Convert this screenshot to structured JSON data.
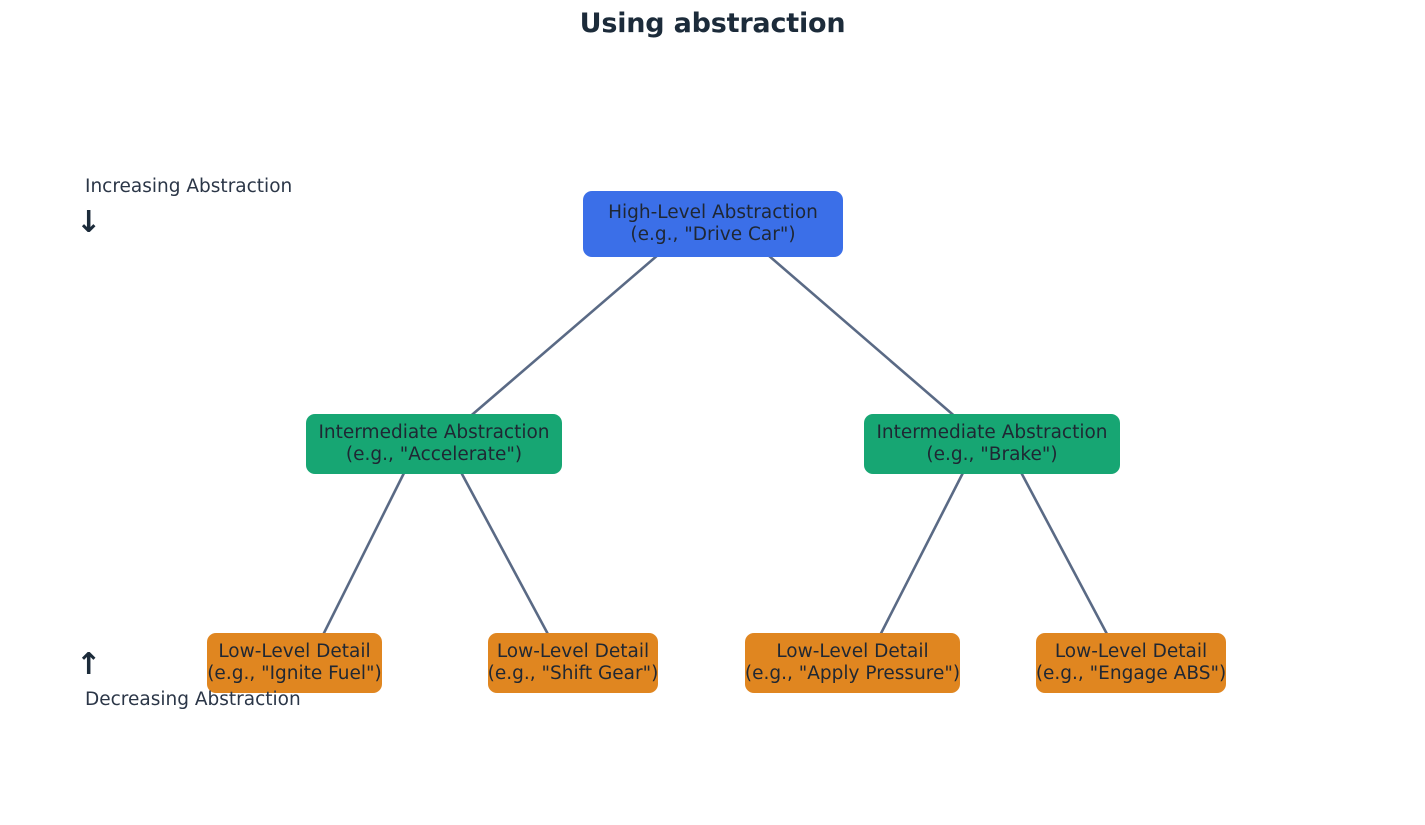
{
  "title": "Using abstraction",
  "colors": {
    "root": "#3b6fe8",
    "intermediate": "#17a673",
    "leaf": "#e08620",
    "edge": "#5a6a85",
    "title_text": "#1c2b3a",
    "node_text": "#1f2733",
    "background": "#ffffff"
  },
  "annotations": {
    "top_label": "Increasing Abstraction",
    "top_arrow": "↓",
    "bottom_label": "Decreasing Abstraction",
    "bottom_arrow": "↑"
  },
  "nodes": {
    "root": {
      "line1": "High-Level Abstraction",
      "line2": "(e.g., \"Drive Car\")"
    },
    "mid_left": {
      "line1": "Intermediate Abstraction",
      "line2": "(e.g., \"Accelerate\")"
    },
    "mid_right": {
      "line1": "Intermediate Abstraction",
      "line2": "(e.g., \"Brake\")"
    },
    "leaf_1": {
      "line1": "Low-Level Detail",
      "line2": "(e.g., \"Ignite Fuel\")"
    },
    "leaf_2": {
      "line1": "Low-Level Detail",
      "line2": "(e.g., \"Shift Gear\")"
    },
    "leaf_3": {
      "line1": "Low-Level Detail",
      "line2": "(e.g., \"Apply Pressure\")"
    },
    "leaf_4": {
      "line1": "Low-Level Detail",
      "line2": "(e.g., \"Engage ABS\")"
    }
  }
}
